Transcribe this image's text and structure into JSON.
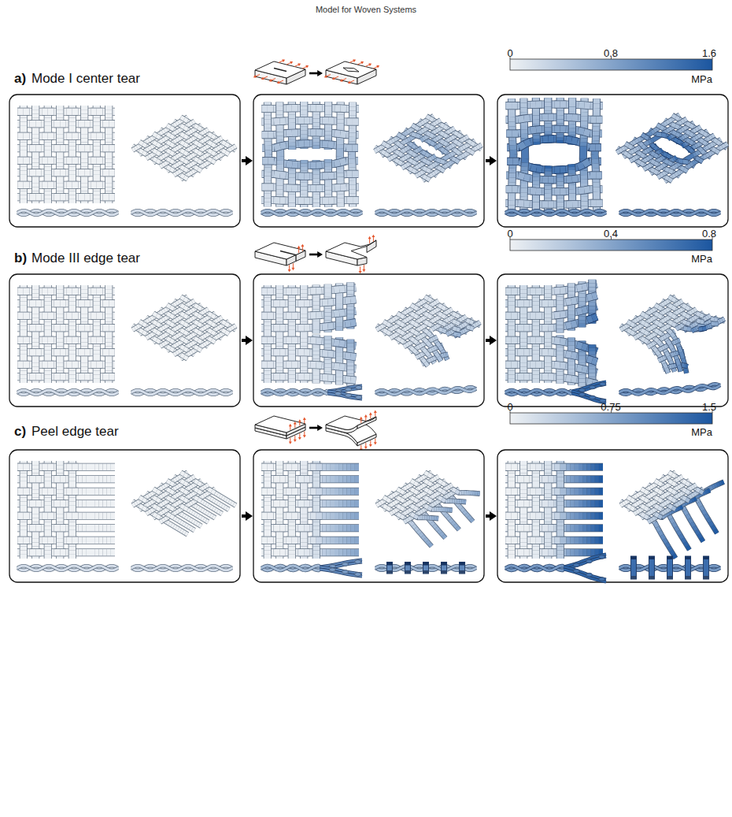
{
  "diagram": {
    "title": "Model for Woven Systems",
    "labels": [
      "a)",
      "Mode I center tear",
      "0",
      "0.8",
      "1.6",
      "MPa",
      "b)",
      "Mode III edge tear",
      "0",
      "0.4",
      "0.8",
      "MPa",
      "c)",
      "Peel edge tear",
      "0",
      "0.75",
      "1.5",
      "MPa"
    ]
  }
}
